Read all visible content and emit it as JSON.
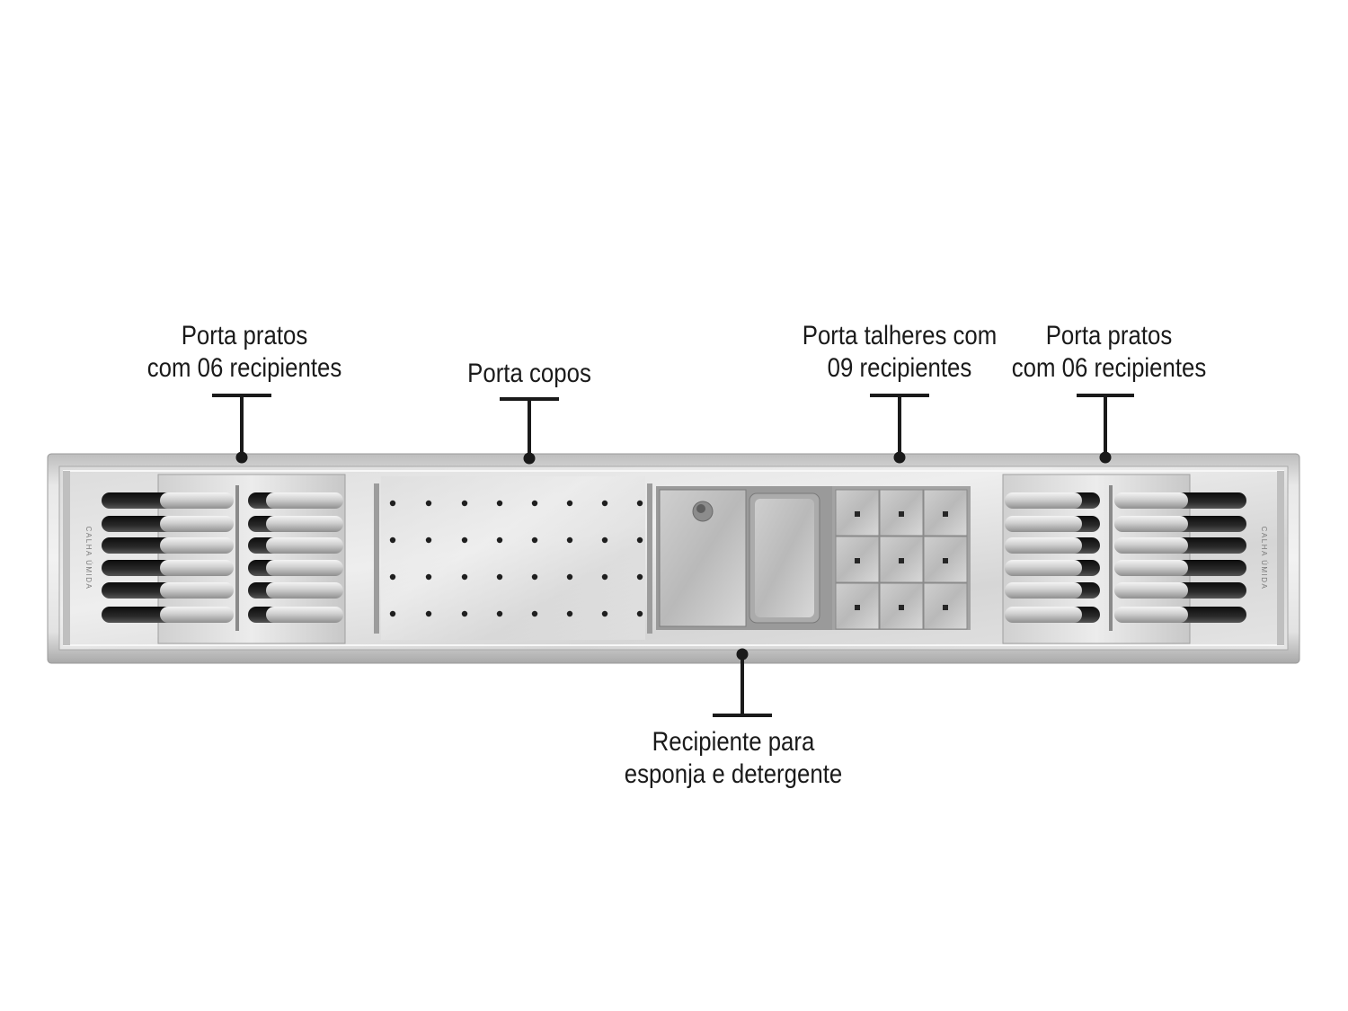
{
  "callouts": {
    "porta_pratos_left": {
      "line1": "Porta pratos",
      "line2": "com 06 recipientes"
    },
    "porta_copos": {
      "line1": "Porta copos"
    },
    "porta_talheres": {
      "line1": "Porta talheres com",
      "line2": "09 recipientes"
    },
    "porta_pratos_right": {
      "line1": "Porta pratos",
      "line2": "com 06 recipientes"
    },
    "recipiente_esponja": {
      "line1": "Recipiente para",
      "line2": "esponja e detergente"
    }
  },
  "product": {
    "engraving_left": "CALHA ÚMIDA",
    "engraving_right": "CALHA ÚMIDA"
  },
  "colors": {
    "steel_light": "#e6e6e6",
    "steel_mid": "#c4c4c4",
    "steel_dark": "#8e8e8e",
    "slot_dark": "#1e1e1e",
    "leader": "#1a1a1a"
  }
}
